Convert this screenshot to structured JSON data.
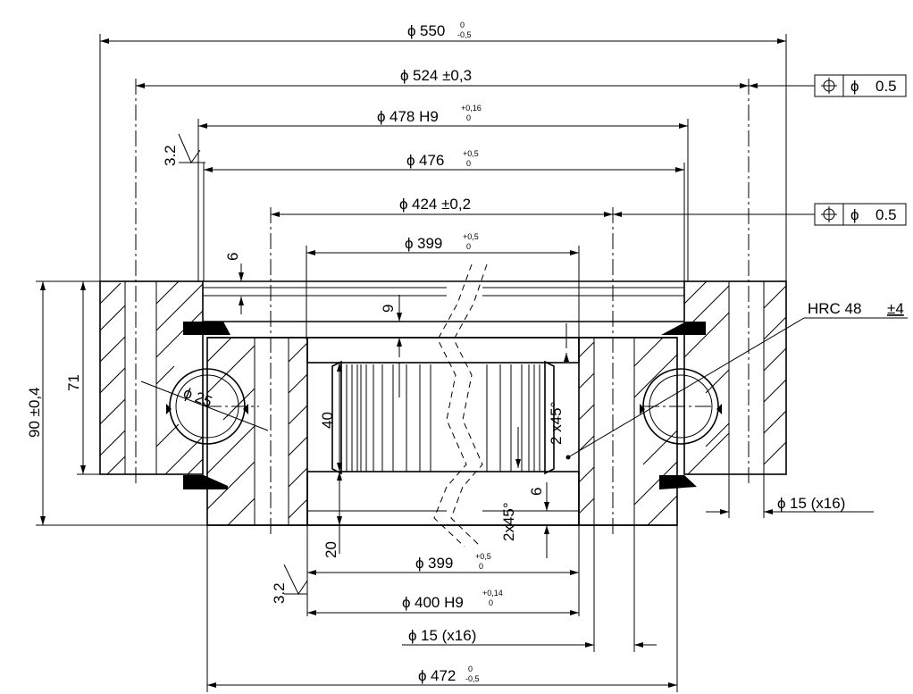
{
  "dims": {
    "d550": {
      "main": "550",
      "upper": "0",
      "lower": "-0,5"
    },
    "d524": {
      "main": "524 ±0,3"
    },
    "d478": {
      "main": "478 H9",
      "upper": "+0,16",
      "lower": "0"
    },
    "d476": {
      "main": "476",
      "upper": "+0,5",
      "lower": "0"
    },
    "d424": {
      "main": "424 ±0,2"
    },
    "d399_top": {
      "main": "399",
      "upper": "+0,5",
      "lower": "0"
    },
    "d399_bot": {
      "main": "399",
      "upper": "+0,5",
      "lower": "0"
    },
    "d400": {
      "main": "400 H9",
      "upper": "+0,14",
      "lower": "0"
    },
    "d15_right": {
      "main": "15 (x16)"
    },
    "d15_bottom": {
      "main": "15 (x16)"
    },
    "d472": {
      "main": "472",
      "upper": "0",
      "lower": "-0,5"
    },
    "d25": {
      "main": "25"
    }
  },
  "linear": {
    "h90": "90 ±0,4",
    "h71": "71",
    "h40": "40",
    "h20": "20",
    "h6_top": "6",
    "h9": "9",
    "h6_bot": "6",
    "ch_right": "2 x45°",
    "ch_bot": "2x45°"
  },
  "tolerance_frames": [
    {
      "symbol": "⌖",
      "diameter": "ϕ",
      "value": "0.5"
    },
    {
      "symbol": "⌖",
      "diameter": "ϕ",
      "value": "0.5"
    }
  ],
  "surface": {
    "top": "3.2",
    "bottom": "3.2"
  },
  "hardness": "HRC 48",
  "hardness_tol": "±4",
  "diameter_symbol": "ϕ"
}
